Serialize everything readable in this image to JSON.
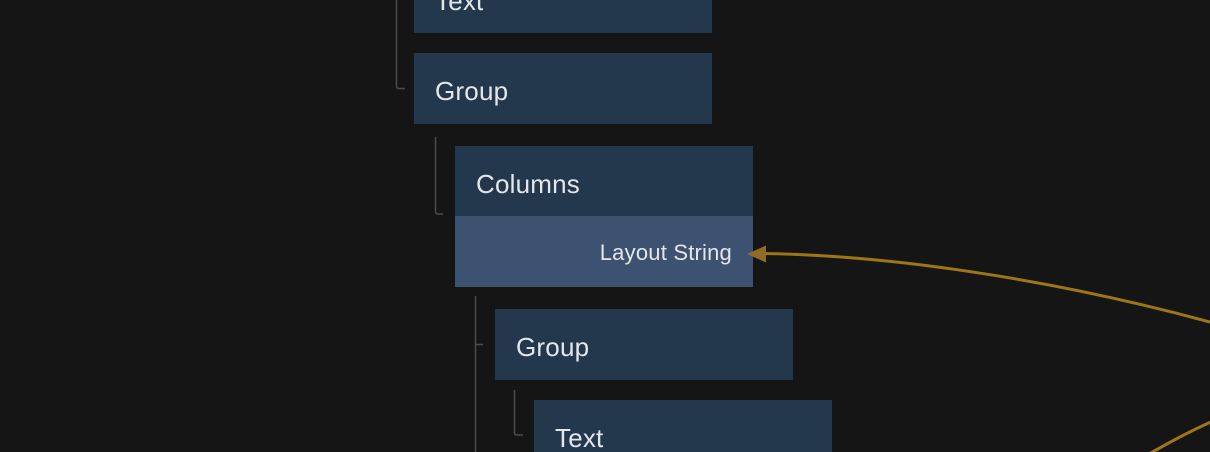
{
  "canvas": {
    "background_color": "#151515",
    "colors": {
      "node_fill": "#24384D",
      "port_row_fill": "#3D5270",
      "label_color": "#E3E6EA",
      "tree_line_color": "#4B4B4B",
      "wire_color": "#9E7614",
      "arrowhead_color": "#8F6C25"
    },
    "nodes": [
      {
        "label": "Text"
      },
      {
        "label": "Group"
      },
      {
        "label": "Columns",
        "port": {
          "label": "Layout String"
        }
      },
      {
        "label": "Group"
      },
      {
        "label": "Text"
      }
    ]
  }
}
